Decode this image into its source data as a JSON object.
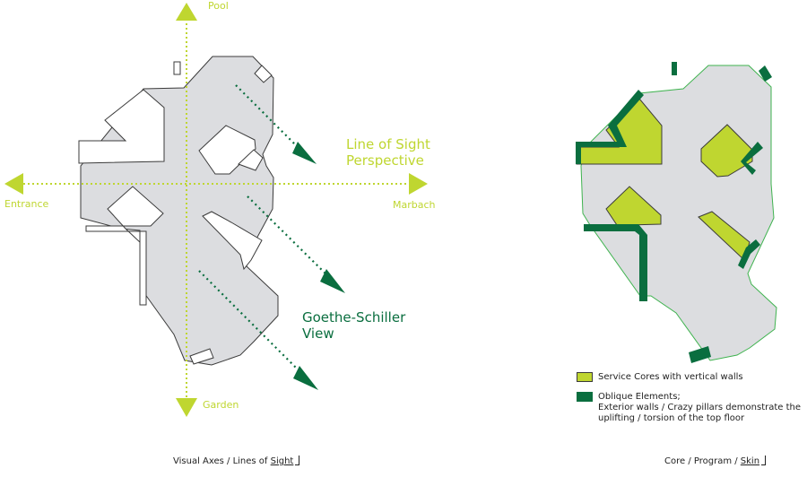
{
  "colors": {
    "lime": "#bfd630",
    "dark_green": "#0a6e3f",
    "floor": "#dcdde0",
    "outline": "#3b3b3b",
    "text": "#222222"
  },
  "left_diagram": {
    "axis_labels": {
      "top": "Pool",
      "left": "Entrance",
      "right": "Marbach",
      "bottom": "Garden"
    },
    "line_of_sight_lines": [
      "Line of Sight",
      "Perspective"
    ],
    "goethe_schiller_lines": [
      "Goethe-Schiller",
      "View"
    ],
    "caption_prefix": "Visual Axes / Lines of ",
    "caption_underlined": "Sight"
  },
  "right_diagram": {
    "legend": [
      {
        "swatch": "lime",
        "text": "Service Cores with vertical walls"
      },
      {
        "swatch": "dark_green",
        "lines": [
          "Oblique Elements;",
          "Exterior walls / Crazy pillars demonstrate the",
          "uplifting / torsion of the top floor"
        ]
      }
    ],
    "caption_prefix": "Core / Program / ",
    "caption_underlined": "Skin"
  }
}
